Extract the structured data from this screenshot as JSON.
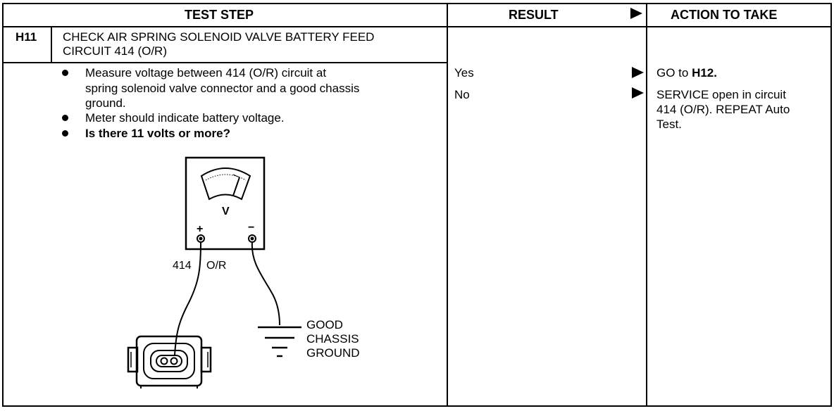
{
  "header": {
    "test_step": "TEST STEP",
    "result": "RESULT",
    "action": "ACTION TO TAKE"
  },
  "step": {
    "id": "H11",
    "title_line1": "CHECK AIR SPRING SOLENOID VALVE BATTERY FEED",
    "title_line2": "CIRCUIT 414 (O/R)"
  },
  "instructions": [
    {
      "lines": [
        "Measure voltage between 414 (O/R) circuit at",
        "spring solenoid valve connector and a good chassis",
        "ground."
      ]
    },
    {
      "lines": [
        "Meter should indicate battery voltage."
      ]
    },
    {
      "lines": [
        "Is there 11 volts or more?"
      ]
    }
  ],
  "diagram": {
    "meter_unit": "V",
    "plus": "+",
    "minus": "−",
    "wire_label": "414",
    "wire_color": "O/R",
    "ground_label": [
      "GOOD",
      "CHASSIS",
      "GROUND"
    ]
  },
  "results": [
    {
      "answer": "Yes",
      "action_prefix": "GO to ",
      "action_bold": "H12."
    },
    {
      "answer": "No",
      "action_lines": [
        "SERVICE open in circuit",
        "414 (O/R). REPEAT Auto",
        "Test."
      ]
    }
  ]
}
